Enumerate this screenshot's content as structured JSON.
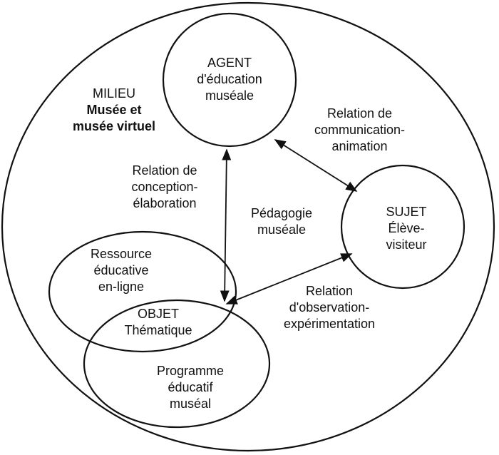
{
  "milieu": {
    "line1": "MILIEU",
    "line2": "Musée et",
    "line3": "musée virtuel"
  },
  "agent": {
    "line1": "AGENT",
    "line2": "d'éducation",
    "line3": "muséale"
  },
  "sujet": {
    "line1": "SUJET",
    "line2": "Élève-",
    "line3": "visiteur"
  },
  "objet": {
    "line1": "OBJET",
    "line2": "Thématique"
  },
  "ressource": {
    "line1": "Ressource",
    "line2": "éducative",
    "line3": "en-ligne"
  },
  "programme": {
    "line1": "Programme",
    "line2": "éducatif",
    "line3": "muséal"
  },
  "relation_communication": {
    "line1": "Relation de",
    "line2": "communication-",
    "line3": "animation"
  },
  "relation_conception": {
    "line1": "Relation de",
    "line2": "conception-",
    "line3": "élaboration"
  },
  "pedagogie": {
    "line1": "Pédagogie",
    "line2": "muséale"
  },
  "relation_observation": {
    "line1": "Relation",
    "line2": "d'observation-",
    "line3": "expérimentation"
  },
  "colors": {
    "ink": "#111111",
    "background": "#ffffff"
  }
}
